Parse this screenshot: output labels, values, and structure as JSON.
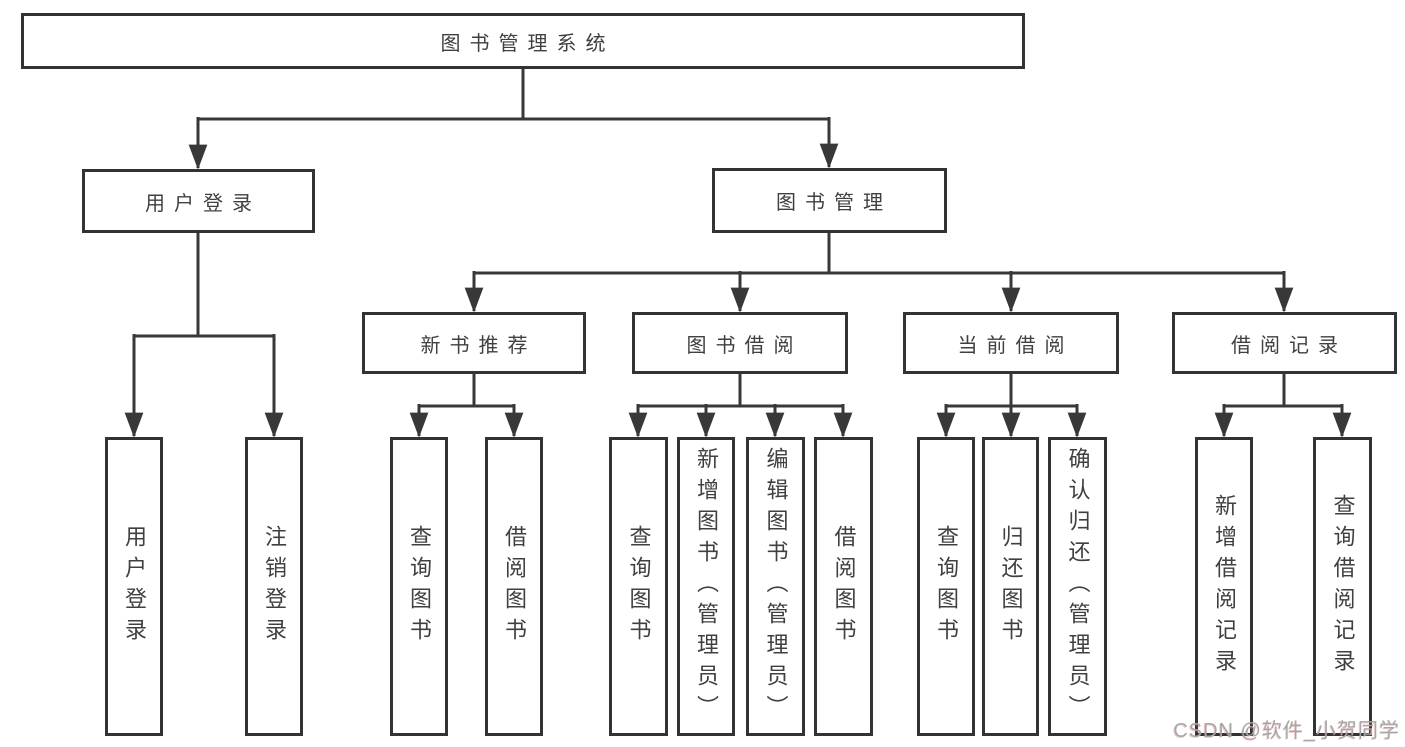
{
  "diagram_title": "图书管理系统",
  "tree": {
    "root": {
      "label": "图书管理系统"
    },
    "branches": [
      {
        "label": "用户登录",
        "leaves": [
          {
            "label": "用户登录"
          },
          {
            "label": "注销登录"
          }
        ]
      },
      {
        "label": "图书管理",
        "groups": [
          {
            "label": "新书推荐",
            "leaves": [
              {
                "label": "查询图书"
              },
              {
                "label": "借阅图书"
              }
            ]
          },
          {
            "label": "图书借阅",
            "leaves": [
              {
                "label": "查询图书"
              },
              {
                "label": "新增图书（管理员）"
              },
              {
                "label": "编辑图书（管理员）"
              },
              {
                "label": "借阅图书"
              }
            ]
          },
          {
            "label": "当前借阅",
            "leaves": [
              {
                "label": "查询图书"
              },
              {
                "label": "归还图书"
              },
              {
                "label": "确认归还（管理员）"
              }
            ]
          },
          {
            "label": "借阅记录",
            "leaves": [
              {
                "label": "新增借阅记录"
              },
              {
                "label": "查询借阅记录"
              }
            ]
          }
        ]
      }
    ]
  },
  "watermark": {
    "text": "CSDN @软件_小贺同学"
  },
  "colors": {
    "background": "#ffffff",
    "line": "#383838",
    "box_border": "#333333",
    "text": "#404040",
    "watermark": "#a6a6a6"
  }
}
